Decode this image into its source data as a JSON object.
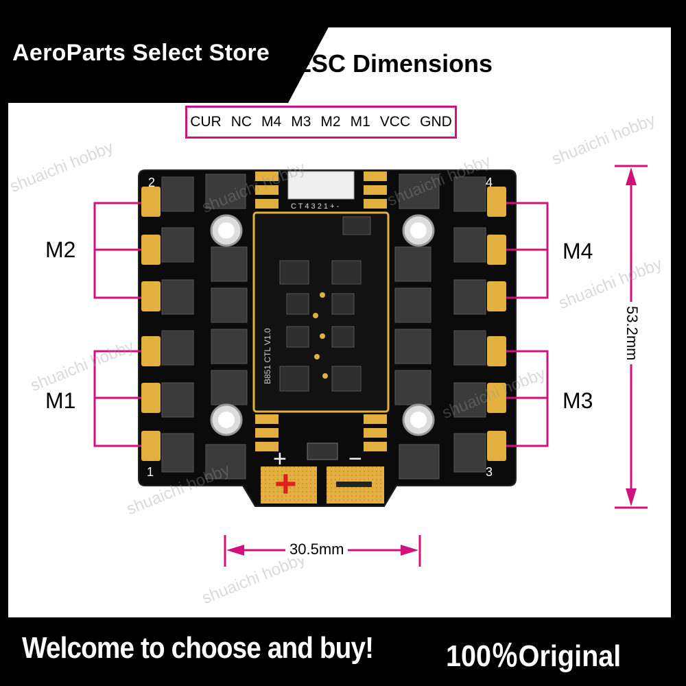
{
  "header": {
    "store_name": "AeroParts Select Store",
    "title": "ESC Dimensions"
  },
  "pins": {
    "items": [
      "CUR",
      "NC",
      "M4",
      "M3",
      "M2",
      "M1",
      "VCC",
      "GND"
    ]
  },
  "motors": {
    "m1": "M1",
    "m2": "M2",
    "m3": "M3",
    "m4": "M4"
  },
  "dimensions": {
    "height": "53.2mm",
    "width": "30.5mm"
  },
  "board": {
    "corner_1": "1",
    "corner_2": "2",
    "corner_3": "3",
    "corner_4": "4",
    "connector_label": "C T 4 3 2 1 + -",
    "model_text": "B851 CTL V1.0",
    "plus": "+",
    "minus": "−"
  },
  "footer": {
    "welcome": "Welcome to choose and buy!",
    "original": "100％Original"
  },
  "watermark": "shuaichi hobby",
  "colors": {
    "accent": "#d1127a",
    "pad": "#e3b040",
    "board": "#0b0b0b"
  }
}
